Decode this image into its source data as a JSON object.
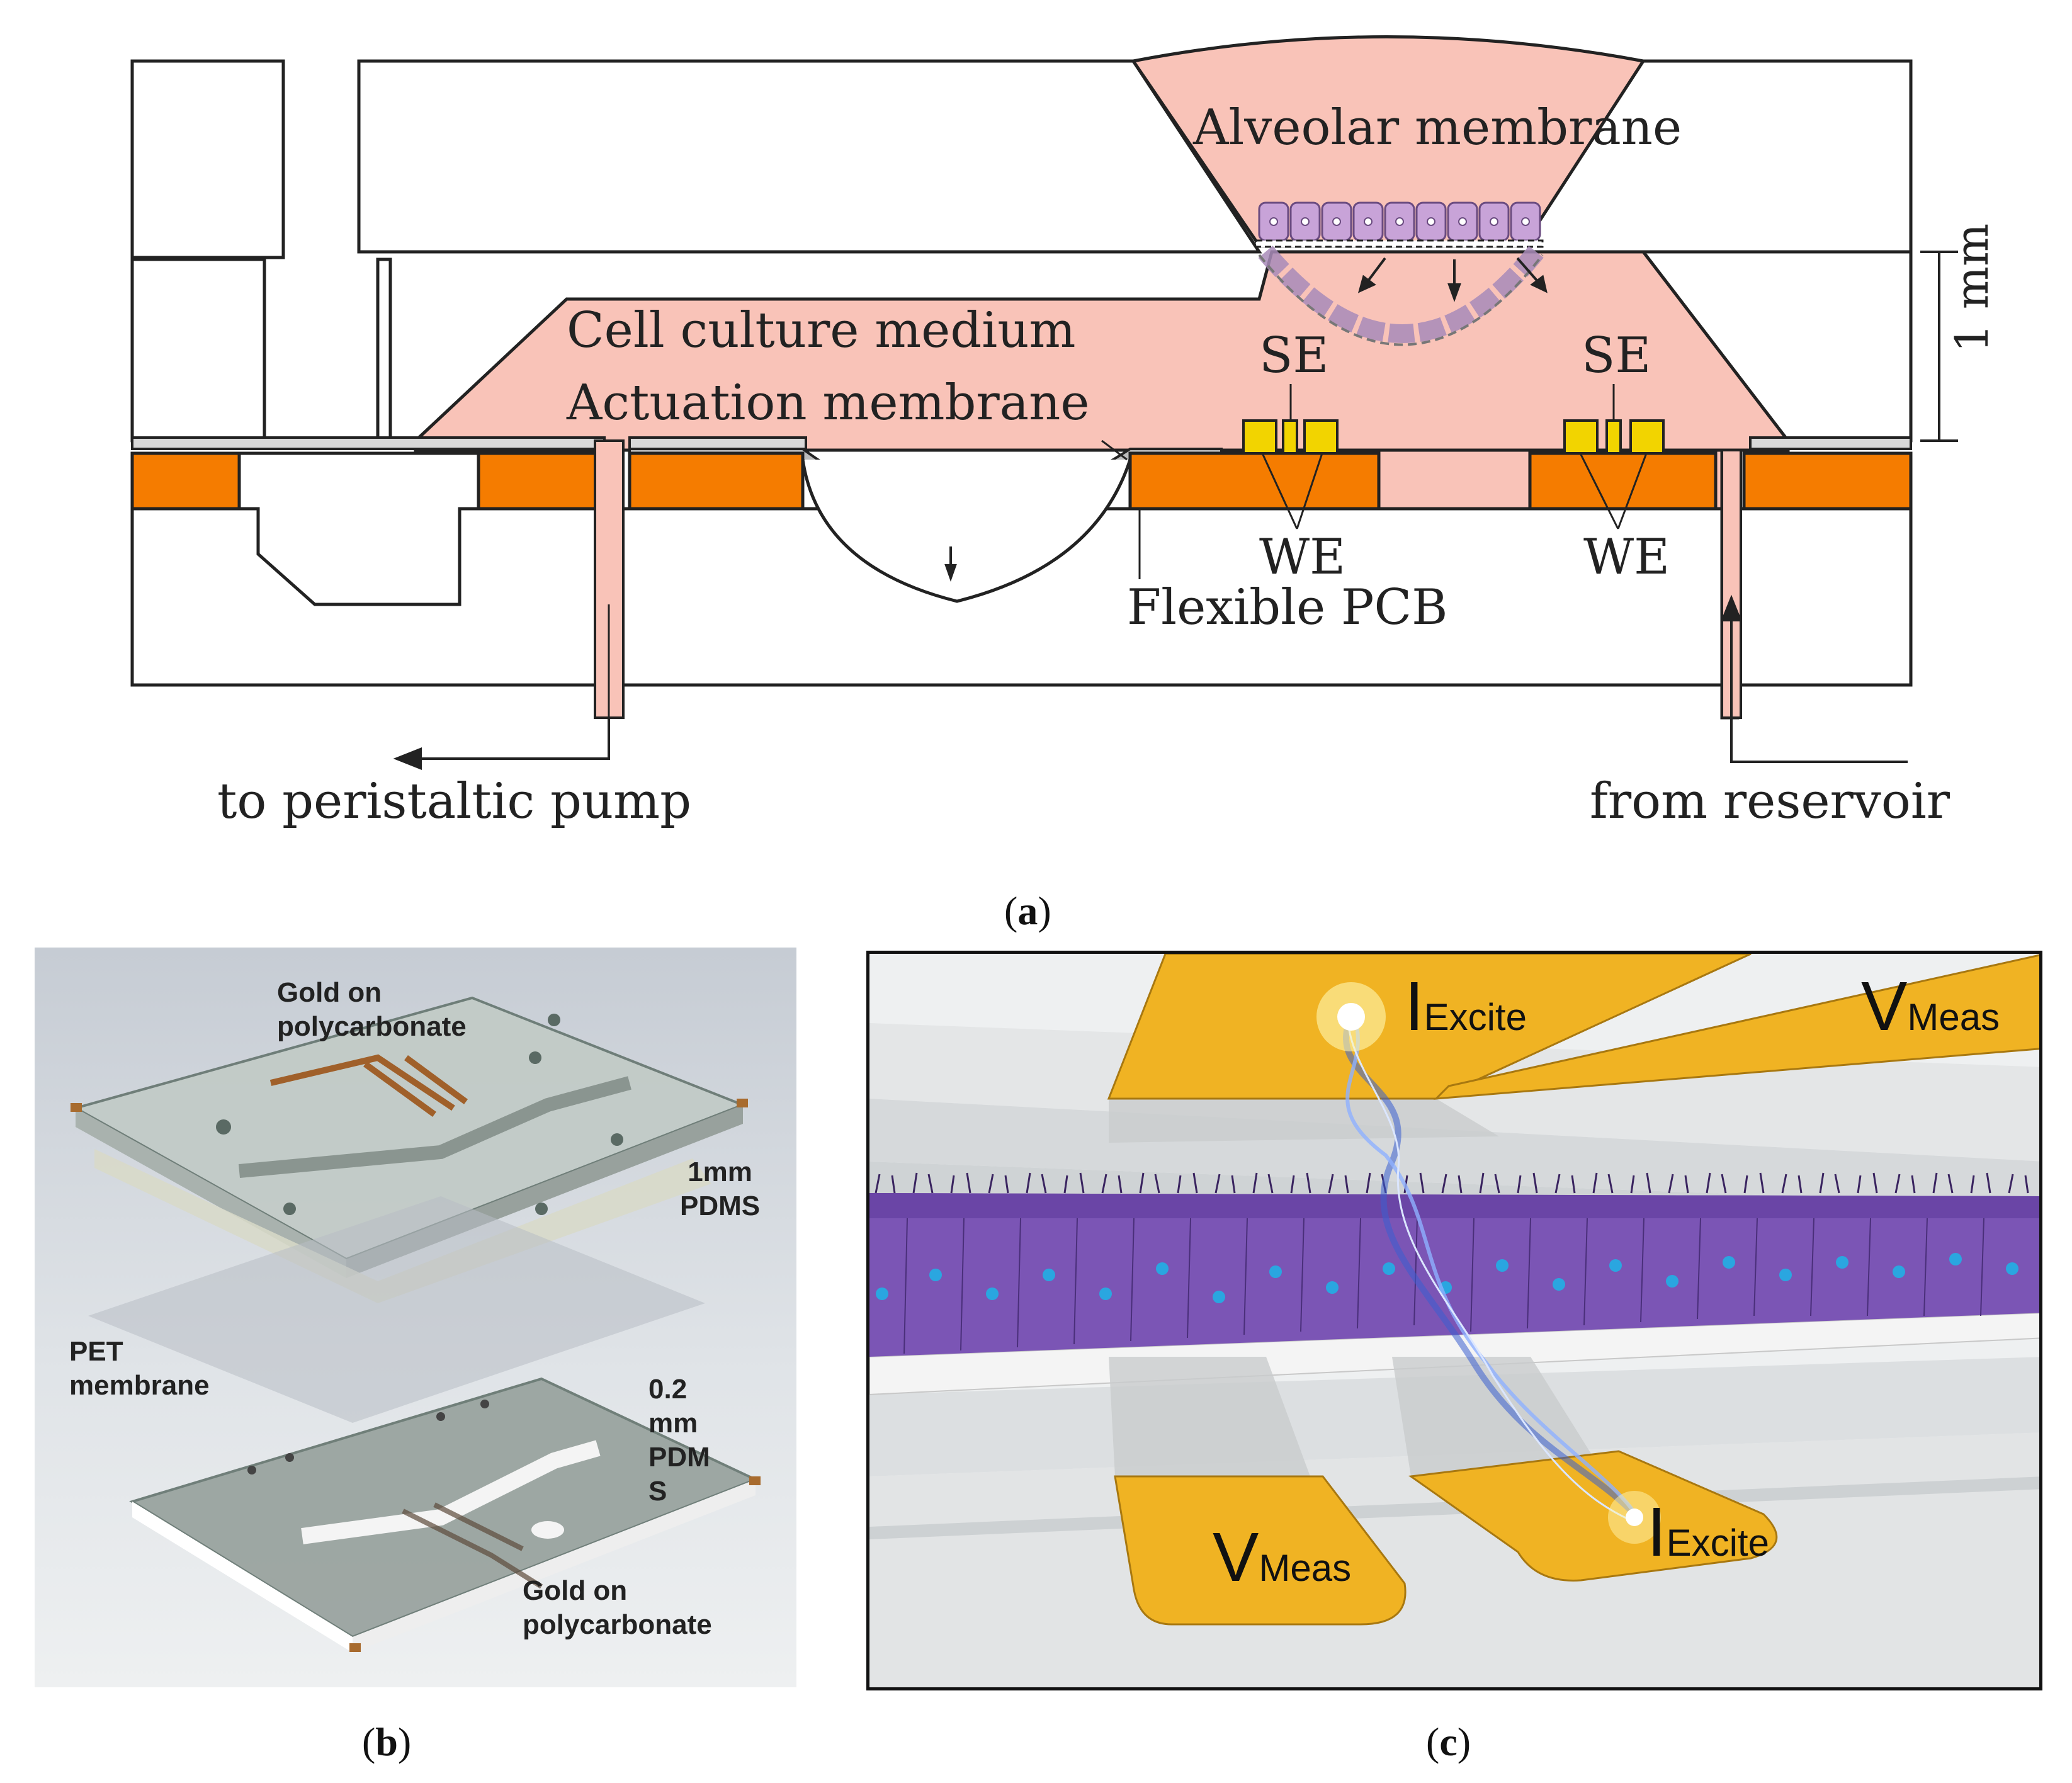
{
  "panel_a": {
    "caption": "a",
    "labels": {
      "alveolar": "Alveolar membrane",
      "medium": "Cell culture medium",
      "actuation": "Actuation membrane",
      "se_left": "SE",
      "se_right": "SE",
      "we_left": "WE",
      "we_right": "WE",
      "pcb": "Flexible PCB",
      "pump": "to peristaltic pump",
      "reservoir": "from reservoir",
      "scale": "1 mm"
    }
  },
  "panel_b": {
    "caption": "b",
    "labels": {
      "gold_top_1": "Gold on",
      "gold_top_2": "polycarbonate",
      "pdms1_1": "1mm",
      "pdms1_2": "PDMS",
      "pet_1": "PET",
      "pet_2": "membrane",
      "pdms2_1": "0.2",
      "pdms2_2": "mm",
      "pdms2_3": "PDM",
      "pdms2_4": "S",
      "gold_bot_1": "Gold on",
      "gold_bot_2": "polycarbonate"
    }
  },
  "panel_c": {
    "caption": "c",
    "labels": {
      "i_top": "I",
      "i_top_sub": "Excite",
      "v_top": "V",
      "v_top_sub": "Meas",
      "v_bot": "V",
      "v_bot_sub": "Meas",
      "i_bot": "I",
      "i_bot_sub": "Excite"
    }
  },
  "colors": {
    "medium": "#f9c3b8",
    "pcb": "#f57c00",
    "electrode": "#f2d400",
    "cell": "#c8a3d8",
    "gold_c": "#f0b323",
    "tissue": "#7b55b5",
    "nucleus": "#2aa6e0"
  }
}
